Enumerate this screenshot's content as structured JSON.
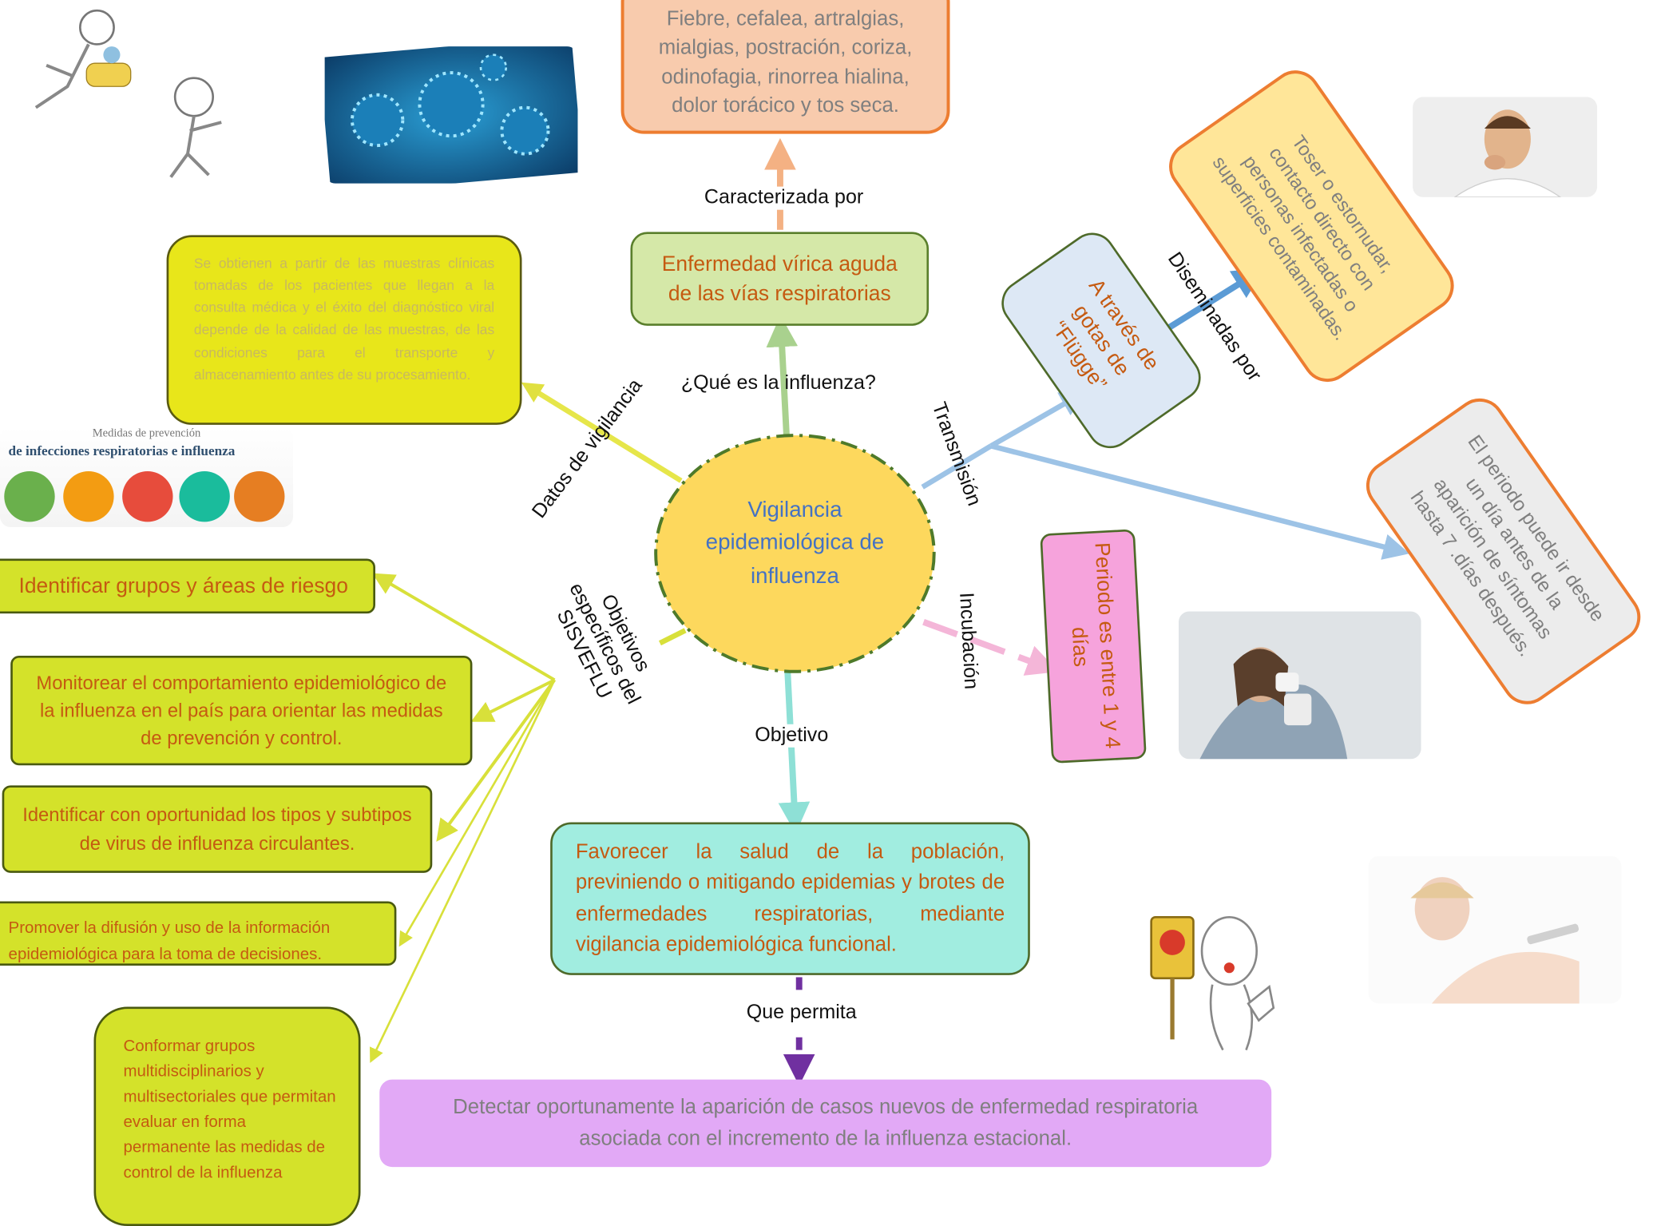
{
  "center": {
    "text": "Vigilancia epidemiológica de influenza"
  },
  "labels": {
    "que_es": "¿Qué es la influenza?",
    "caracterizada": "Caracterizada por",
    "transmision": "Transmisión",
    "diseminadas": "Diseminadas por",
    "incubacion": "Incubación",
    "objetivo": "Objetivo",
    "que_permita": "Que permita",
    "datos_vigilancia": "Datos de vigilancia",
    "objetivos_especificos": "Objetivos específicos del SISVEFLU"
  },
  "boxes": {
    "sintomas": "Fiebre, cefalea, artralgias, mialgias, postración, coriza, odinofagia, rinorrea hialina, dolor torácico y tos seca.",
    "enfermedad": "Enfermedad vírica aguda de las vías respiratorias",
    "datos": "Se obtienen a partir de las muestras clínicas tomadas de los pacientes que llegan a la consulta médica y el éxito del diagnóstico viral depende de la calidad de las muestras, de las condiciones para el transporte y almacenamiento antes de su procesamiento.",
    "gotas": "A través de gotas de “Flügge”",
    "toser": "Toser o estornudar, contacto directo con personas infectadas o superficies contaminadas.",
    "periodo_sintomas": "El periodo puede ir desde un día antes de la aparición de síntomas hasta 7 .días después.",
    "incubacion": "Periodo es entre 1 y 4 días",
    "favorecer": "Favorecer la salud de la población, previniendo o mitigando epidemias y brotes de enfermedades respiratorias, mediante vigilancia epidemiológica funcional.",
    "detectar": "Detectar oportunamente la aparición de casos nuevos de enfermedad respiratoria asociada con el incremento de la influenza estacional."
  },
  "objetivos": [
    "Identificar grupos y áreas de riesgo",
    "Monitorear el comportamiento epidemiológico de la influenza en el país para orientar las medidas de prevención y control.",
    "Identificar con oportunidad los tipos y subtipos de virus de influenza circulantes.",
    "Promover la difusión y uso de la información epidemiológica para la toma de decisiones.",
    "Conformar grupos multidisciplinarios y multisectoriales que permitan evaluar en forma permanente las medidas de control de la influenza"
  ],
  "poster": {
    "title_top": "Medidas de prevención",
    "title_main": "de infecciones respiratorias e influenza"
  },
  "colors": {
    "center_fill": "#fdd85d",
    "accent_text": "#c55a11",
    "center_text": "#4472c4"
  }
}
